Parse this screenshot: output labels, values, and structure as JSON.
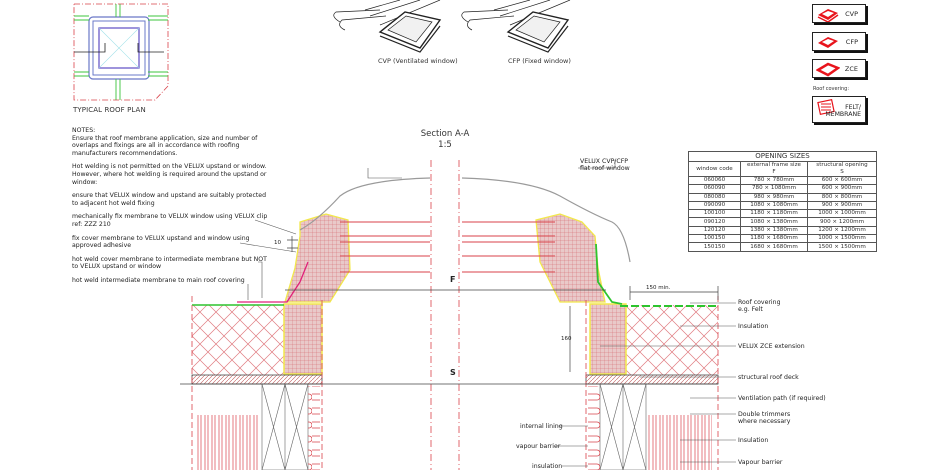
{
  "plan": {
    "caption": "TYPICAL ROOF PLAN"
  },
  "products": [
    {
      "caption": "CVP (Ventilated window)"
    },
    {
      "caption": "CFP (Fixed window)"
    }
  ],
  "legend": {
    "items": [
      {
        "label": "CVP",
        "icon": "cvp-window-icon"
      },
      {
        "label": "CFP",
        "icon": "cfp-window-icon"
      },
      {
        "label": "ZCE",
        "icon": "zce-extension-icon"
      }
    ],
    "roof_covering_label": "Roof covering:",
    "felt_label_line1": "FELT/",
    "felt_label_line2": "MEMBRANE",
    "accent_color": "#e8141c"
  },
  "notes": {
    "heading": "NOTES:",
    "paragraphs": [
      "Ensure that roof membrane application, size and number of overlaps and fixings are all in accordance with roofing manufacturers recommendations.",
      "Hot welding is not permitted on the VELUX upstand or window. However, where hot welding is required around the upstand or window:",
      "ensure that VELUX window and upstand are suitably protected to adjacent hot weld fixing",
      "mechanically fix membrane to VELUX window using VELUX clip ref: ZZZ 210",
      "fix cover membrane to VELUX upstand and window using approved adhesive",
      "hot weld cover membrane to intermediate membrane but NOT to VELUX upstand or window",
      "hot weld intermediate membrane to main roof covering"
    ]
  },
  "section": {
    "title": "Section A-A",
    "scale": "1:5",
    "dim_F": "F",
    "dim_S": "S",
    "dim_10": "10",
    "dim_160": "160",
    "dim_150": "150 min."
  },
  "callouts_right": [
    {
      "line1": "VELUX CVP/CFP",
      "line2": "flat roof window"
    },
    {
      "line1": "Roof covering",
      "line2": "e.g. Felt"
    },
    {
      "line1": "Insulation"
    },
    {
      "line1": "VELUX ZCE extension"
    },
    {
      "line1": "structural roof deck"
    },
    {
      "line1": "Ventilation path (if required)"
    },
    {
      "line1": "Double trimmers",
      "line2": "where necessary"
    },
    {
      "line1": "Insulation"
    },
    {
      "line1": "Vapour barrier"
    }
  ],
  "callouts_inner": [
    {
      "label": "internal lining"
    },
    {
      "label": "vapour barrier"
    },
    {
      "label": "insulation"
    }
  ],
  "opening_sizes": {
    "title": "OPENING SIZES",
    "columns": [
      {
        "line1": "window code",
        "line2": ""
      },
      {
        "line1": "external frame size",
        "line2": "F"
      },
      {
        "line1": "structural opening",
        "line2": "S"
      }
    ],
    "rows": [
      [
        "060060",
        "780 × 780mm",
        "600 × 600mm"
      ],
      [
        "060090",
        "780 × 1080mm",
        "600 × 900mm"
      ],
      [
        "080080",
        "980 × 980mm",
        "800 × 800mm"
      ],
      [
        "090090",
        "1080 × 1080mm",
        "900 × 900mm"
      ],
      [
        "100100",
        "1180 × 1180mm",
        "1000 × 1000mm"
      ],
      [
        "090120",
        "1080 × 1380mm",
        "900 × 1200mm"
      ],
      [
        "120120",
        "1380 × 1380mm",
        "1200 × 1200mm"
      ],
      [
        "100150",
        "1180 × 1680mm",
        "1000 × 1500mm"
      ],
      [
        "150150",
        "1680 × 1680mm",
        "1500 × 1500mm"
      ]
    ]
  },
  "colors": {
    "membrane_green": "#2ec42e",
    "cover_magenta": "#e0207a",
    "hatch_red": "#d9424a",
    "frame_yellow": "#f2e84a",
    "glazing_grey": "#9a9a9a"
  }
}
